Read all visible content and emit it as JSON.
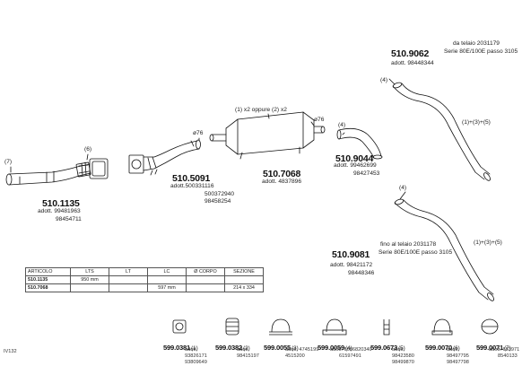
{
  "parts": {
    "p1": {
      "code": "510.1135",
      "adott": [
        "adott. 99481963",
        "98454711"
      ]
    },
    "p2": {
      "code": "510.5091",
      "adott": [
        "adott.500331116",
        "500372940",
        "98458254"
      ]
    },
    "p3": {
      "code": "510.7068",
      "adott": [
        "adott. 4837896"
      ]
    },
    "p4": {
      "code": "510.9044",
      "adott": [
        "adott. 99462699",
        "98427453"
      ]
    },
    "p5": {
      "code": "510.9062",
      "note": [
        "da telaio 2031179",
        "Serie 80E/100E passo 3105"
      ],
      "adott": [
        "adott. 98448344"
      ]
    },
    "p6": {
      "code": "510.9081",
      "note": [
        "fino al telaio 2031178",
        "Serie 80E/100E passo 3105"
      ],
      "adott": [
        "adott. 98421172",
        "98448346"
      ]
    }
  },
  "labels": {
    "l7": "(7)",
    "l6": "(6)",
    "d76a": "ø76",
    "d76b": "ø76",
    "x2": "(1) x2 oppure (2) x2",
    "l4a": "(4)",
    "l4b": "(4)",
    "l4c": "(4)",
    "sum1": "(1)+(3)+(5)",
    "sum2": "(1)+(3)+(5)"
  },
  "table": {
    "headers": [
      "ARTICOLO",
      "LTS",
      "LT",
      "LC",
      "Ø CORPO",
      "SEZIONE"
    ],
    "rows": [
      [
        "510.1135",
        "950 mm",
        "",
        "",
        "",
        ""
      ],
      [
        "510.7068",
        "",
        "",
        "597 mm",
        "",
        "214 x 334"
      ]
    ]
  },
  "accessories": [
    {
      "code": "599.0381",
      "qty": "(1)",
      "sub": [
        "adott. 93826171",
        "93809649"
      ],
      "icon": "flange-gasket-icon"
    },
    {
      "code": "599.0382",
      "qty": "(2)",
      "sub": [
        "adott. 98415197"
      ],
      "icon": "ring-gasket-icon"
    },
    {
      "code": "599.0055",
      "qty": "(3)",
      "sub": [
        "adott. 4745199",
        "4515200"
      ],
      "icon": "clamp-icon"
    },
    {
      "code": "599.0059",
      "qty": "(4)",
      "sub": [
        "adott. 6686820340",
        "61597491"
      ],
      "icon": "u-clamp-icon"
    },
    {
      "code": "599.0673",
      "qty": "(5)",
      "sub": [
        "adott. 98423580",
        "98499870"
      ],
      "icon": "bracket-icon"
    },
    {
      "code": "599.0070",
      "qty": "(6)",
      "sub": [
        "adott. 98497795",
        "98497798"
      ],
      "icon": "saddle-clamp-icon"
    },
    {
      "code": "599.0071",
      "qty": "(7)",
      "sub": [
        "adott. 683971",
        "8540133"
      ],
      "icon": "strap-clamp-icon"
    }
  ],
  "footer": {
    "version": "IV132"
  }
}
